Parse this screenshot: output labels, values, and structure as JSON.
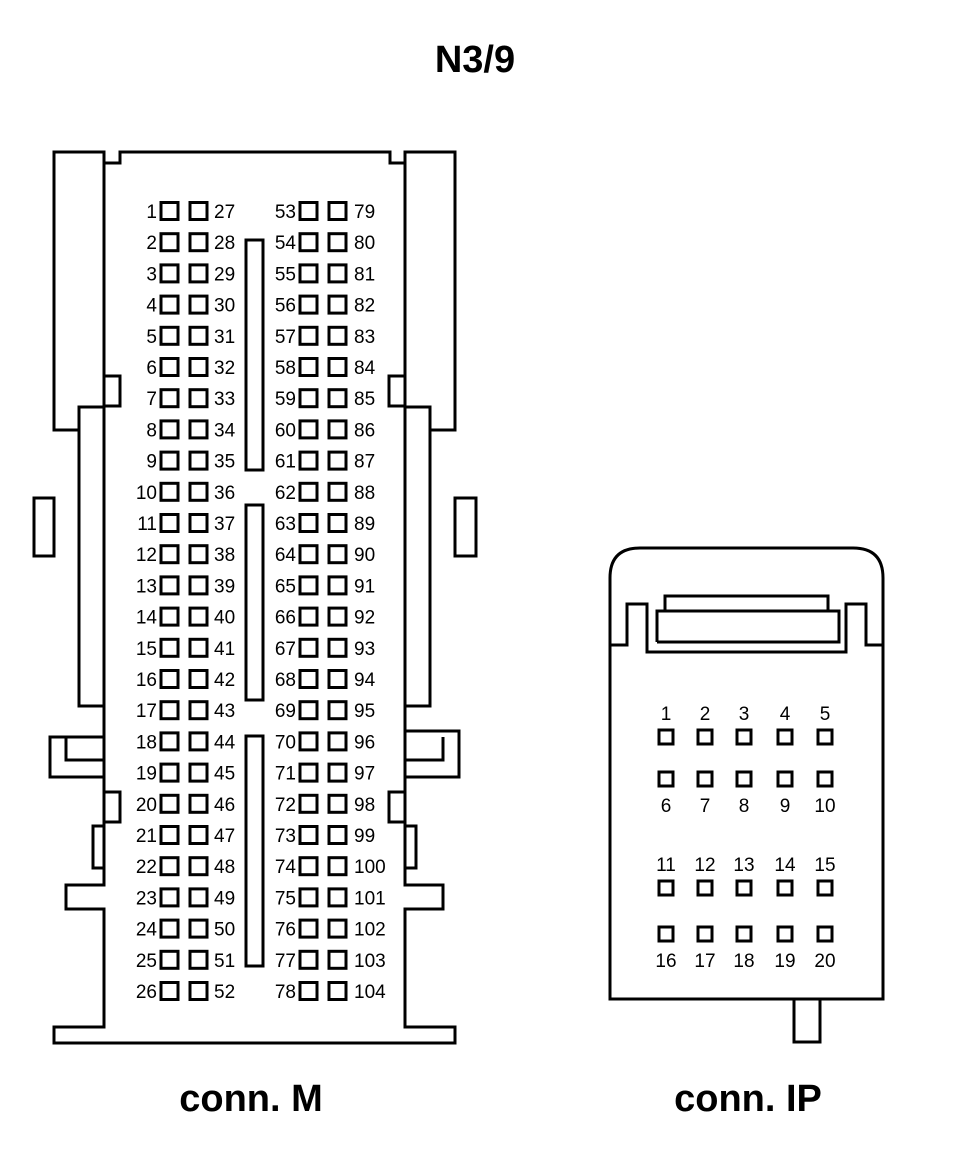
{
  "title": "N3/9",
  "connectors": {
    "m": {
      "label": "conn. M",
      "col_pairs": [
        {
          "left": [
            1,
            2,
            3,
            4,
            5,
            6,
            7,
            8,
            9,
            10,
            11,
            12,
            13,
            14,
            15,
            16,
            17,
            18,
            19,
            20,
            21,
            22,
            23,
            24,
            25,
            26
          ],
          "right": [
            27,
            28,
            29,
            30,
            31,
            32,
            33,
            34,
            35,
            36,
            37,
            38,
            39,
            40,
            41,
            42,
            43,
            44,
            45,
            46,
            47,
            48,
            49,
            50,
            51,
            52
          ]
        },
        {
          "left": [
            53,
            54,
            55,
            56,
            57,
            58,
            59,
            60,
            61,
            62,
            63,
            64,
            65,
            66,
            67,
            68,
            69,
            70,
            71,
            72,
            73,
            74,
            75,
            76,
            77,
            78
          ],
          "right": [
            79,
            80,
            81,
            82,
            83,
            84,
            85,
            86,
            87,
            88,
            89,
            90,
            91,
            92,
            93,
            94,
            95,
            96,
            97,
            98,
            99,
            100,
            101,
            102,
            103,
            104
          ]
        }
      ]
    },
    "ip": {
      "label": "conn. IP",
      "rows": [
        {
          "pins": [
            1,
            2,
            3,
            4,
            5
          ],
          "label_pos": "above"
        },
        {
          "pins": [
            6,
            7,
            8,
            9,
            10
          ],
          "label_pos": "below"
        },
        {
          "pins": [
            11,
            12,
            13,
            14,
            15
          ],
          "label_pos": "above"
        },
        {
          "pins": [
            16,
            17,
            18,
            19,
            20
          ],
          "label_pos": "below"
        }
      ]
    }
  }
}
